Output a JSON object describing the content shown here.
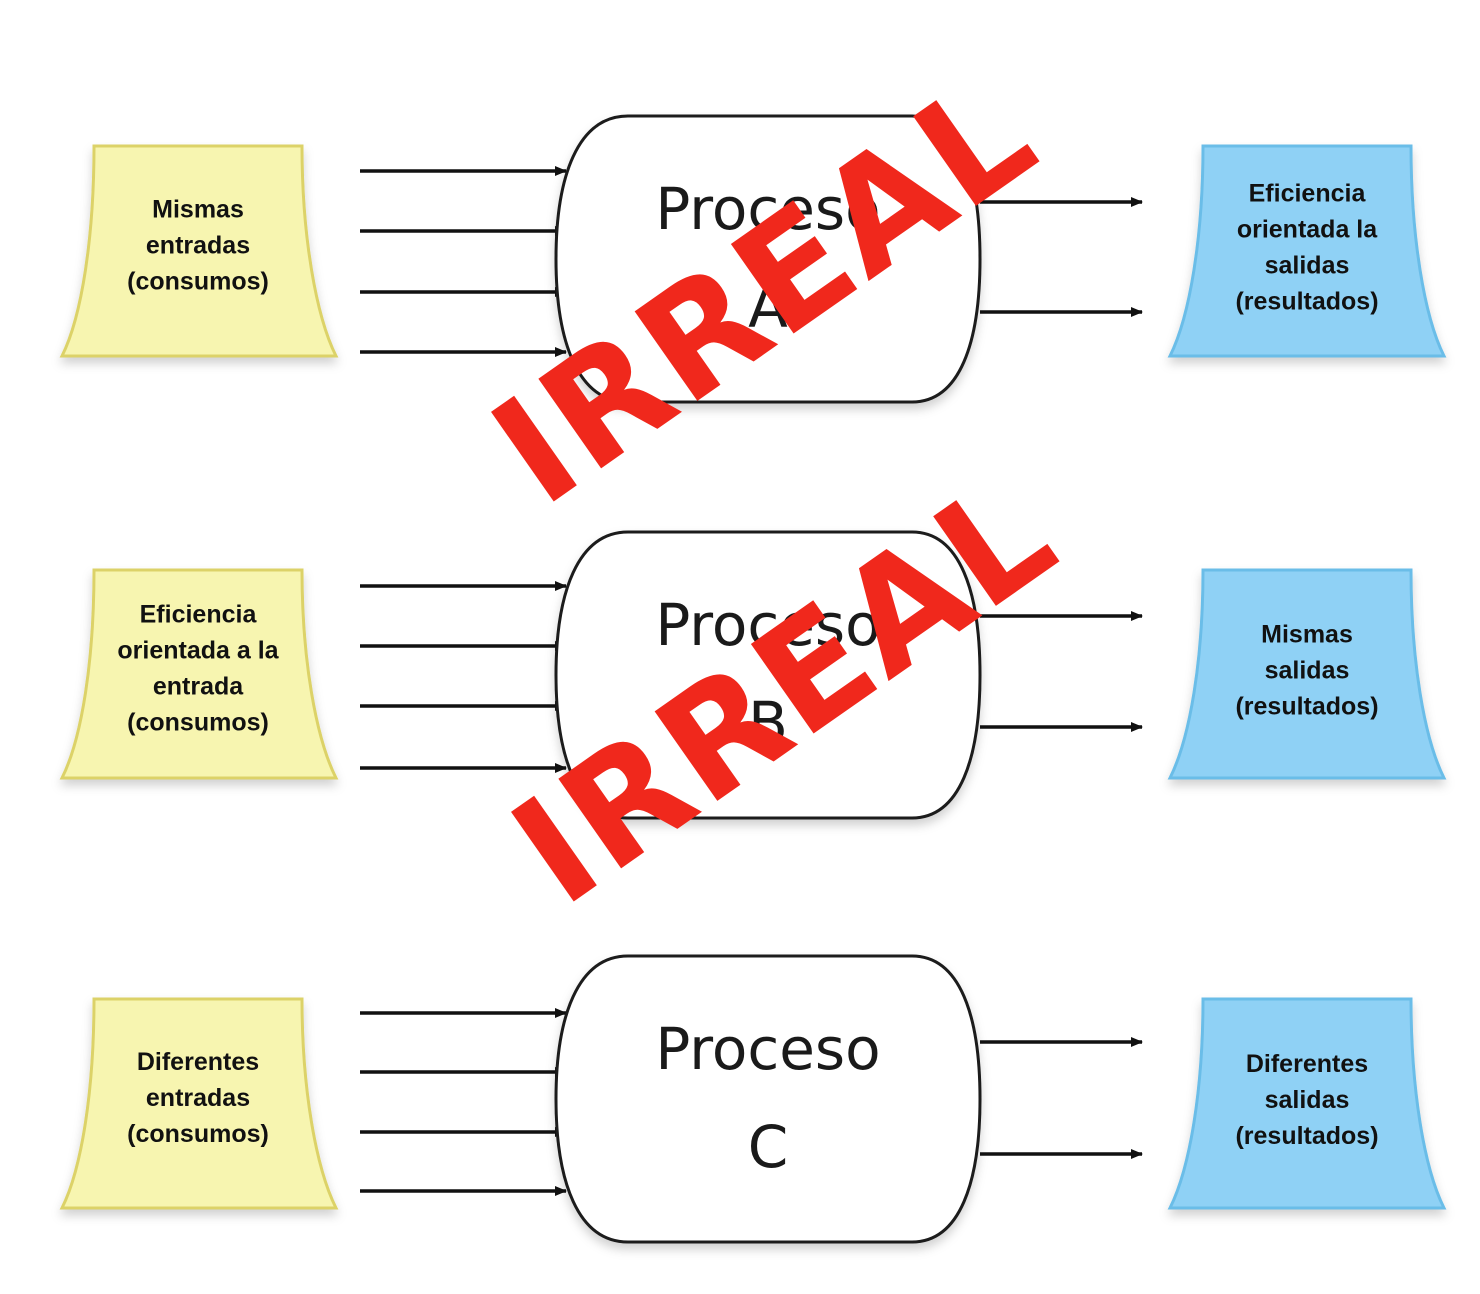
{
  "colors": {
    "input_fill": "#f7f5b0",
    "input_stroke": "#dcd268",
    "output_fill": "#8fd1f5",
    "output_stroke": "#6bbde8",
    "process_stroke": "#1a1a1a",
    "arrow": "#111111",
    "stamp": "#f0281c"
  },
  "stamp_text": "IRREAL",
  "rows": [
    {
      "input_lines": [
        "Mismas",
        "entradas",
        "(consumos)"
      ],
      "process_lines": [
        "Proceso",
        "A"
      ],
      "output_lines": [
        "Eficiencia",
        "orientada la",
        "salidas",
        "(resultados)"
      ],
      "stamped": true
    },
    {
      "input_lines": [
        "Eficiencia",
        "orientada a la",
        "entrada",
        "(consumos)"
      ],
      "process_lines": [
        "Proceso",
        "B"
      ],
      "output_lines": [
        "Mismas",
        "salidas",
        "(resultados)"
      ],
      "stamped": true
    },
    {
      "input_lines": [
        "Diferentes",
        "entradas",
        "(consumos)"
      ],
      "process_lines": [
        "Proceso",
        "C"
      ],
      "output_lines": [
        "Diferentes",
        "salidas",
        "(resultados)"
      ],
      "stamped": false
    }
  ]
}
